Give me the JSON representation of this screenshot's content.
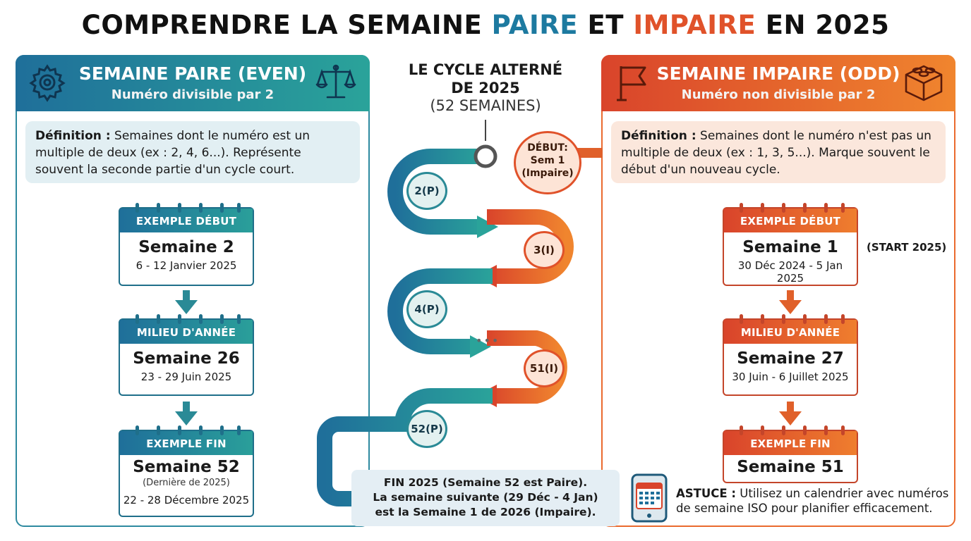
{
  "title": {
    "part1": "COMPRENDRE LA SEMAINE ",
    "even_word": "PAIRE",
    "middle": " ET ",
    "odd_word": "IMPAIRE",
    "part2": " EN 2025"
  },
  "left": {
    "title": "SEMAINE PAIRE (EVEN)",
    "subtitle": "Numéro divisible par 2",
    "def_label": "Définition :",
    "def_text": " Semaines dont le numéro est un multiple de deux (ex : 2, 4, 6...). Représente souvent la seconde partie d'un cycle court.",
    "cards": [
      {
        "header": "EXEMPLE DÉBUT",
        "week": "Semaine 2",
        "note": "",
        "dates": "6 - 12 Janvier 2025"
      },
      {
        "header": "MILIEU D'ANNÉE",
        "week": "Semaine 26",
        "note": "",
        "dates": "23 - 29 Juin 2025"
      },
      {
        "header": "EXEMPLE FIN",
        "week": "Semaine 52",
        "note": "(Dernière de 2025)",
        "dates": "22 - 28 Décembre 2025"
      }
    ],
    "colors": {
      "accent": "#1f6f9a",
      "accent2": "#2aa39a"
    }
  },
  "right": {
    "title": "SEMAINE IMPAIRE (ODD)",
    "subtitle": "Numéro non divisible par 2",
    "def_label": "Définition :",
    "def_text": " Semaines dont le numéro n'est pas un multiple de deux (ex : 1, 3, 5...). Marque souvent le début d'un nouveau cycle.",
    "cards": [
      {
        "header": "EXEMPLE DÉBUT",
        "week": "Semaine 1",
        "dates": "30 Déc 2024 - 5 Jan 2025"
      },
      {
        "header": "MILIEU D'ANNÉE",
        "week": "Semaine 27",
        "dates": "30 Juin - 6 Juillet 2025"
      },
      {
        "header": "EXEMPLE FIN",
        "week": "Semaine 51",
        "dates": ""
      }
    ],
    "start_note": "(START 2025)",
    "tip_label": "ASTUCE :",
    "tip_text": " Utilisez un calendrier avec numéros de semaine ISO pour planifier efficacement.",
    "colors": {
      "accent": "#d9442b",
      "accent2": "#f0852e"
    }
  },
  "center": {
    "title_line1": "LE CYCLE ALTERNÉ",
    "title_line2": "DE 2025",
    "subtitle": "(52 SEMAINES)",
    "start_node": {
      "line1": "DÉBUT:",
      "line2": "Sem 1",
      "line3": "(Impaire)"
    },
    "nodes": [
      {
        "label": "2(P)",
        "parity": "even"
      },
      {
        "label": "3(I)",
        "parity": "odd"
      },
      {
        "label": "4(P)",
        "parity": "even"
      },
      {
        "label": "51(I)",
        "parity": "odd"
      },
      {
        "label": "52(P)",
        "parity": "even"
      }
    ],
    "ellipsis": "•••",
    "fin_line1": "FIN 2025 (Semaine 52 est Paire).",
    "fin_line2": "La semaine suivante (29 Déc - 4 Jan)",
    "fin_line3": "est la Semaine 1 de 2026 (Impaire)."
  }
}
